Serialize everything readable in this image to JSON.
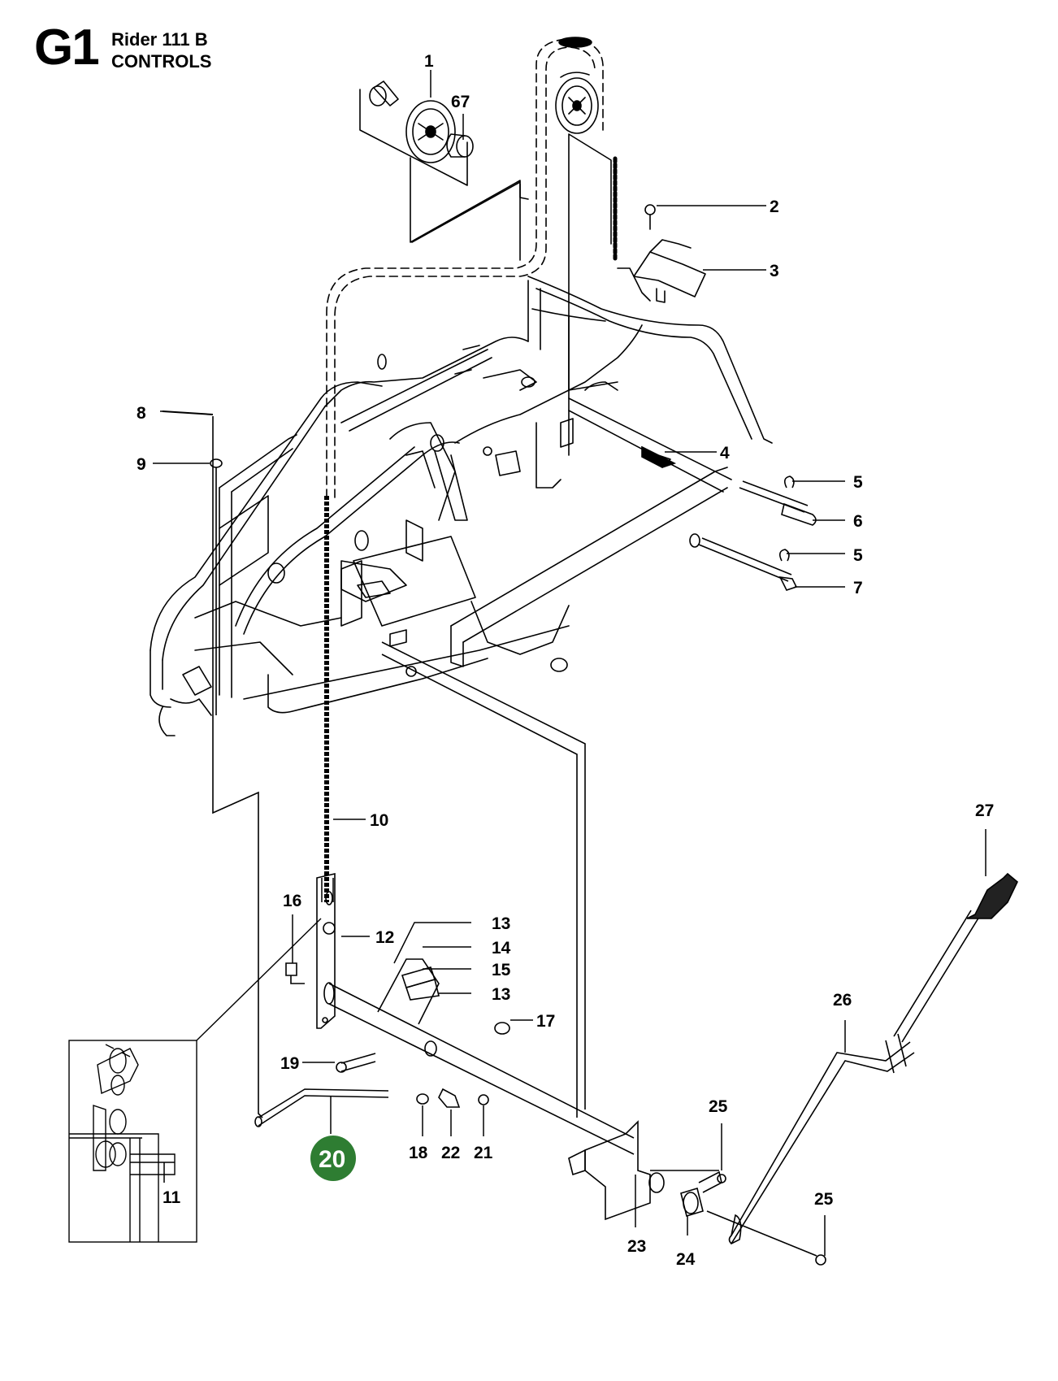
{
  "header": {
    "section_code": "G1",
    "model": "Rider 111 B",
    "section_title": "CONTROLS"
  },
  "callouts": [
    {
      "id": "c1",
      "label": "1"
    },
    {
      "id": "c67",
      "label": "67"
    },
    {
      "id": "c2",
      "label": "2"
    },
    {
      "id": "c3",
      "label": "3"
    },
    {
      "id": "c4",
      "label": "4"
    },
    {
      "id": "c5a",
      "label": "5"
    },
    {
      "id": "c6",
      "label": "6"
    },
    {
      "id": "c5b",
      "label": "5"
    },
    {
      "id": "c7",
      "label": "7"
    },
    {
      "id": "c8",
      "label": "8"
    },
    {
      "id": "c9",
      "label": "9"
    },
    {
      "id": "c10",
      "label": "10"
    },
    {
      "id": "c11",
      "label": "11"
    },
    {
      "id": "c12",
      "label": "12"
    },
    {
      "id": "c13a",
      "label": "13"
    },
    {
      "id": "c14",
      "label": "14"
    },
    {
      "id": "c15",
      "label": "15"
    },
    {
      "id": "c13b",
      "label": "13"
    },
    {
      "id": "c16",
      "label": "16"
    },
    {
      "id": "c17",
      "label": "17"
    },
    {
      "id": "c18",
      "label": "18"
    },
    {
      "id": "c19",
      "label": "19"
    },
    {
      "id": "c20",
      "label": "20",
      "highlighted": true
    },
    {
      "id": "c21",
      "label": "21"
    },
    {
      "id": "c22",
      "label": "22"
    },
    {
      "id": "c23",
      "label": "23"
    },
    {
      "id": "c24",
      "label": "24"
    },
    {
      "id": "c25a",
      "label": "25"
    },
    {
      "id": "c25b",
      "label": "25"
    },
    {
      "id": "c26",
      "label": "26"
    },
    {
      "id": "c27",
      "label": "27"
    }
  ],
  "colors": {
    "line": "#000000",
    "highlight": "#2e7d32",
    "highlight_text": "#ffffff",
    "background": "#ffffff"
  }
}
